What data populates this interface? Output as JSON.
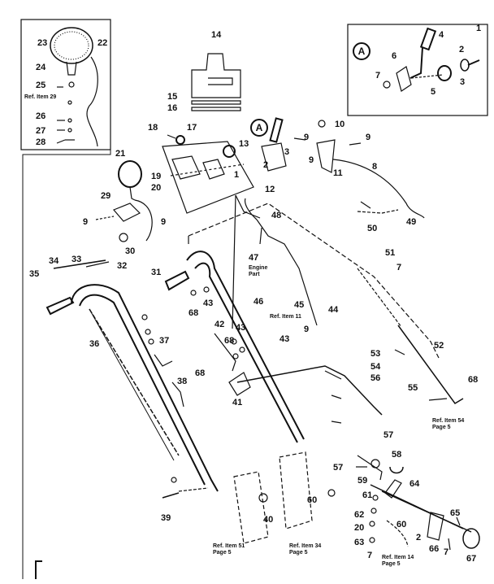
{
  "callouts": [
    {
      "id": "A",
      "text": "A"
    },
    {
      "id": "A2",
      "text": "A"
    }
  ],
  "labels": [
    {
      "key": "l1",
      "text": "1"
    },
    {
      "key": "l2a",
      "text": "2"
    },
    {
      "key": "l3a",
      "text": "3"
    },
    {
      "key": "l4",
      "text": "4"
    },
    {
      "key": "l5",
      "text": "5"
    },
    {
      "key": "l6",
      "text": "6"
    },
    {
      "key": "l7a",
      "text": "7"
    },
    {
      "key": "l14",
      "text": "14"
    },
    {
      "key": "l15",
      "text": "15"
    },
    {
      "key": "l16",
      "text": "16"
    },
    {
      "key": "l22",
      "text": "22"
    },
    {
      "key": "l23",
      "text": "23"
    },
    {
      "key": "l24",
      "text": "24"
    },
    {
      "key": "l25",
      "text": "25"
    },
    {
      "key": "l26",
      "text": "26"
    },
    {
      "key": "l27",
      "text": "27"
    },
    {
      "key": "l28",
      "text": "28"
    },
    {
      "key": "l10",
      "text": "10"
    },
    {
      "key": "l9a",
      "text": "9"
    },
    {
      "key": "l9b",
      "text": "9"
    },
    {
      "key": "l9c",
      "text": "9"
    },
    {
      "key": "l3b",
      "text": "3"
    },
    {
      "key": "l2b",
      "text": "2"
    },
    {
      "key": "l11",
      "text": "11"
    },
    {
      "key": "l8",
      "text": "8"
    },
    {
      "key": "l18",
      "text": "18"
    },
    {
      "key": "l17",
      "text": "17"
    },
    {
      "key": "l13",
      "text": "13"
    },
    {
      "key": "l21",
      "text": "21"
    },
    {
      "key": "l19",
      "text": "19"
    },
    {
      "key": "l20a",
      "text": "20"
    },
    {
      "key": "l1b",
      "text": "1"
    },
    {
      "key": "l12",
      "text": "12"
    },
    {
      "key": "l29",
      "text": "29"
    },
    {
      "key": "l9d",
      "text": "9"
    },
    {
      "key": "l9e",
      "text": "9"
    },
    {
      "key": "l30",
      "text": "30"
    },
    {
      "key": "l48",
      "text": "48"
    },
    {
      "key": "l50",
      "text": "50"
    },
    {
      "key": "l49",
      "text": "49"
    },
    {
      "key": "l51",
      "text": "51"
    },
    {
      "key": "l47",
      "text": "47"
    },
    {
      "key": "l7b",
      "text": "7"
    },
    {
      "key": "l45",
      "text": "45"
    },
    {
      "key": "l44",
      "text": "44"
    },
    {
      "key": "l34",
      "text": "34"
    },
    {
      "key": "l33",
      "text": "33"
    },
    {
      "key": "l35",
      "text": "35"
    },
    {
      "key": "l32",
      "text": "32"
    },
    {
      "key": "l31",
      "text": "31"
    },
    {
      "key": "l68a",
      "text": "68"
    },
    {
      "key": "l43a",
      "text": "43"
    },
    {
      "key": "l46",
      "text": "46"
    },
    {
      "key": "l43b",
      "text": "43"
    },
    {
      "key": "l42",
      "text": "42"
    },
    {
      "key": "l68b",
      "text": "68"
    },
    {
      "key": "l43c",
      "text": "43"
    },
    {
      "key": "l9f",
      "text": "9"
    },
    {
      "key": "l36",
      "text": "36"
    },
    {
      "key": "l37",
      "text": "37"
    },
    {
      "key": "l52",
      "text": "52"
    },
    {
      "key": "l53",
      "text": "53"
    },
    {
      "key": "l54",
      "text": "54"
    },
    {
      "key": "l38",
      "text": "38"
    },
    {
      "key": "l68c",
      "text": "68"
    },
    {
      "key": "l56",
      "text": "56"
    },
    {
      "key": "l41",
      "text": "41"
    },
    {
      "key": "l55",
      "text": "55"
    },
    {
      "key": "l68d",
      "text": "68"
    },
    {
      "key": "l57a",
      "text": "57"
    },
    {
      "key": "l58",
      "text": "58"
    },
    {
      "key": "l57b",
      "text": "57"
    },
    {
      "key": "l59",
      "text": "59"
    },
    {
      "key": "l64",
      "text": "64"
    },
    {
      "key": "l61",
      "text": "61"
    },
    {
      "key": "l60a",
      "text": "60"
    },
    {
      "key": "l65",
      "text": "65"
    },
    {
      "key": "l39",
      "text": "39"
    },
    {
      "key": "l40",
      "text": "40"
    },
    {
      "key": "l62",
      "text": "62"
    },
    {
      "key": "l20b",
      "text": "20"
    },
    {
      "key": "l60b",
      "text": "60"
    },
    {
      "key": "l2c",
      "text": "2"
    },
    {
      "key": "l63",
      "text": "63"
    },
    {
      "key": "l66",
      "text": "66"
    },
    {
      "key": "l7c",
      "text": "7"
    },
    {
      "key": "l7d",
      "text": "7"
    },
    {
      "key": "l67",
      "text": "67"
    }
  ],
  "notes": {
    "ref_item_29": "Ref. Item 29",
    "engine_part": "Engine\nPart",
    "ref_item_11": "Ref. Item 11",
    "ref_item_54": "Ref. Item 54\nPage 5",
    "ref_item_51": "Ref. Item 51\nPage 5",
    "ref_item_34": "Ref. Item 34\nPage 5",
    "ref_item_14": "Ref. Item 14\nPage 5"
  }
}
